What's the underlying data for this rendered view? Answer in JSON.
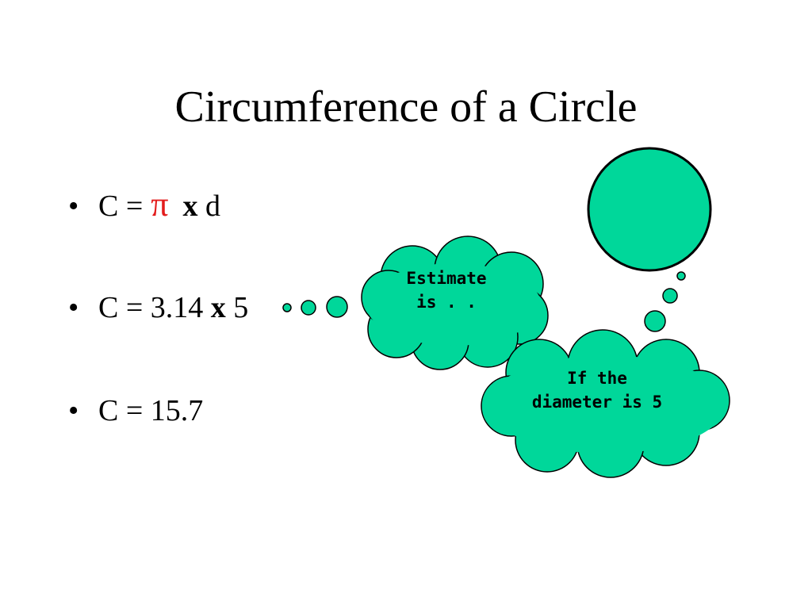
{
  "slide": {
    "title": "Circumference of a Circle",
    "bullets": [
      {
        "marker": "•",
        "lhs": "C =",
        "pi": "π",
        "op": "x",
        "rhs": "d"
      },
      {
        "marker": "•",
        "lhs": "C = 3.14",
        "op": "x",
        "rhs": "5"
      },
      {
        "marker": "•",
        "text": "C = 15.7"
      }
    ],
    "bubbles": {
      "estimate": {
        "line1": "Estimate",
        "line2": "is . ."
      },
      "diameter": {
        "line1": "If the",
        "line2": "diameter is 5"
      }
    }
  },
  "colors": {
    "bubble_fill": "#00d79a",
    "pi_color": "#e31c1c",
    "outline": "#000000"
  }
}
